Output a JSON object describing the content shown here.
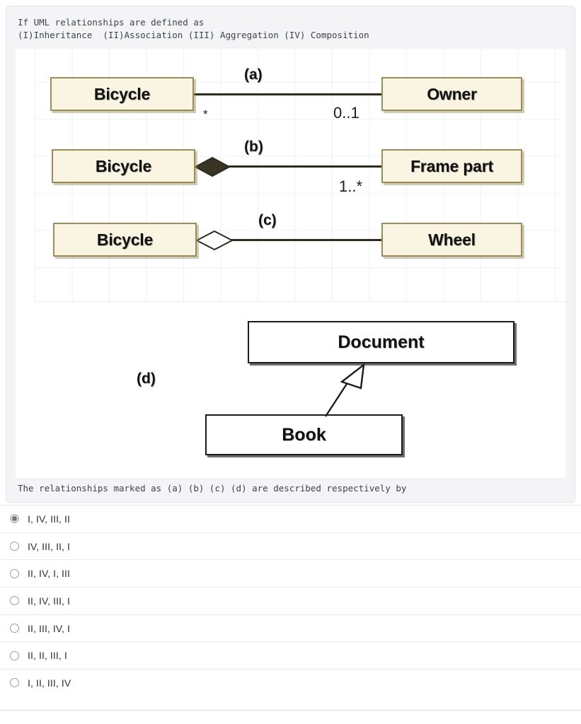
{
  "question": {
    "prompt": "If UML relationships are defined as\n(I)Inheritance  (II)Association (III) Aggregation (IV) Composition",
    "closing": "The relationships marked as (a) (b) (c) (d) are described respectively by"
  },
  "diagram": {
    "title": "UML relationship diagram",
    "rows": [
      {
        "id": "row-a",
        "left_class": "Bicycle",
        "right_class": "Owner",
        "label": "(a)",
        "relationship": "association",
        "left_multiplicity": "*",
        "right_multiplicity": "0..1"
      },
      {
        "id": "row-b",
        "left_class": "Bicycle",
        "right_class": "Frame part",
        "label": "(b)",
        "relationship": "composition",
        "left_multiplicity": "",
        "right_multiplicity": "1..*"
      },
      {
        "id": "row-c",
        "left_class": "Bicycle",
        "right_class": "Wheel",
        "label": "(c)",
        "relationship": "aggregation",
        "left_multiplicity": "",
        "right_multiplicity": ""
      }
    ],
    "inheritance": {
      "id": "row-d",
      "parent_class": "Document",
      "child_class": "Book",
      "label": "(d)",
      "relationship": "inheritance"
    },
    "colors": {
      "class_fill": "#faf4e2",
      "class_border": "#9b8b56",
      "plain_fill": "#ffffff",
      "plain_border": "#1c1c1c",
      "line": "#2f2a1d",
      "diamond_filled": "#3a3424"
    }
  },
  "options": [
    {
      "label": "I, IV, III, II",
      "selected": true
    },
    {
      "label": "IV, III, II, I",
      "selected": false
    },
    {
      "label": "II, IV, I, III",
      "selected": false
    },
    {
      "label": "II, IV, III, I",
      "selected": false
    },
    {
      "label": "II, III, IV, I",
      "selected": false
    },
    {
      "label": "II, II, III, I",
      "selected": false
    },
    {
      "label": "I, II, III, IV",
      "selected": false
    }
  ]
}
